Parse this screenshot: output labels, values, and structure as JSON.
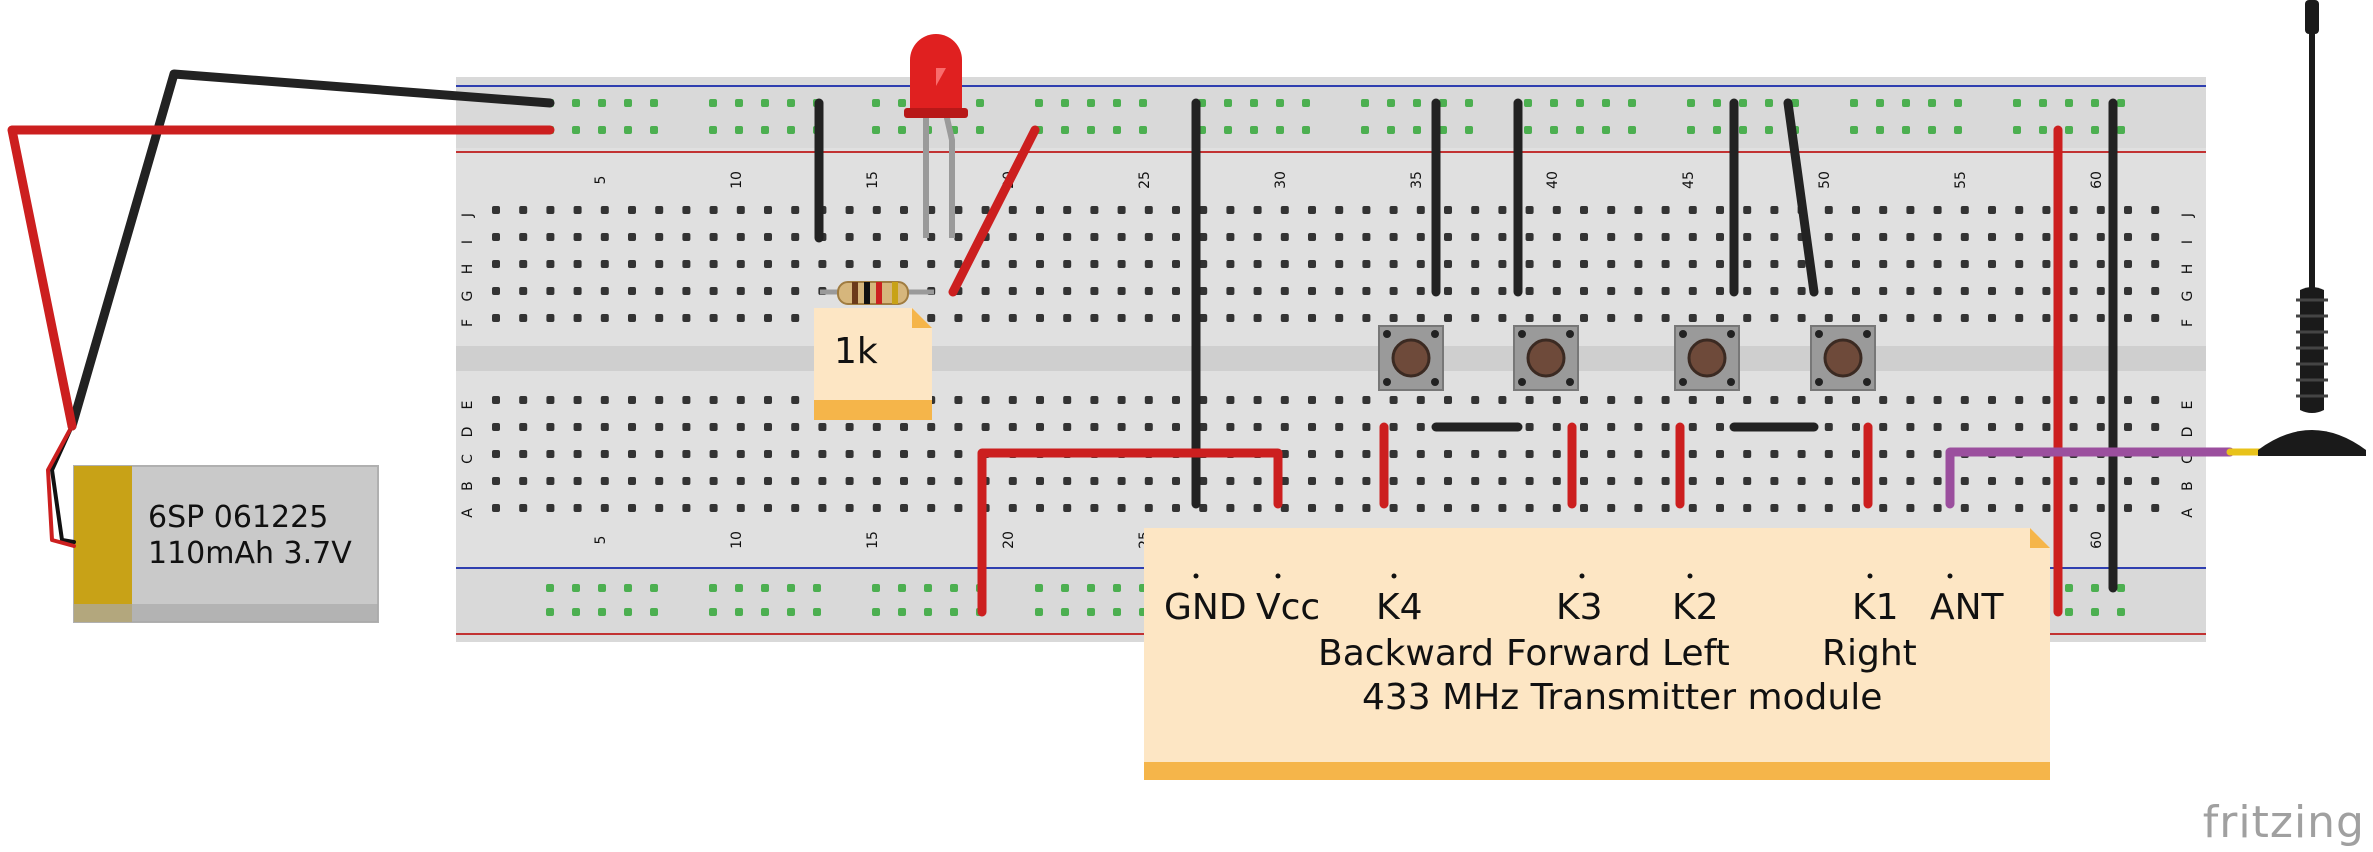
{
  "battery": {
    "line1": "6SP 061225",
    "line2": "110mAh 3.7V"
  },
  "resistor_note": {
    "text": "1k"
  },
  "module_note": {
    "pins": [
      {
        "name": "GND",
        "func": ""
      },
      {
        "name": "Vcc",
        "func": ""
      },
      {
        "name": "K4",
        "func": "Backward"
      },
      {
        "name": "K3",
        "func": "Forward"
      },
      {
        "name": "K2",
        "func": "Left"
      },
      {
        "name": "K1",
        "func": "Right"
      },
      {
        "name": "ANT",
        "func": ""
      }
    ],
    "title": "433 MHz Transmitter module"
  },
  "breadboard": {
    "row_letters_top": [
      "J",
      "I",
      "H",
      "G",
      "F"
    ],
    "row_letters_bottom": [
      "E",
      "D",
      "C",
      "B",
      "A"
    ],
    "column_numbers": [
      "5",
      "10",
      "15",
      "20",
      "25",
      "30",
      "35",
      "40",
      "45",
      "50",
      "55",
      "60"
    ]
  },
  "colors": {
    "red_wire": "#cc1f1f",
    "black_wire": "#222222",
    "purple_wire": "#9b4f9e",
    "note_fill": "#fde6c4",
    "note_bar": "#f5b54a"
  },
  "brand": "fritzing"
}
